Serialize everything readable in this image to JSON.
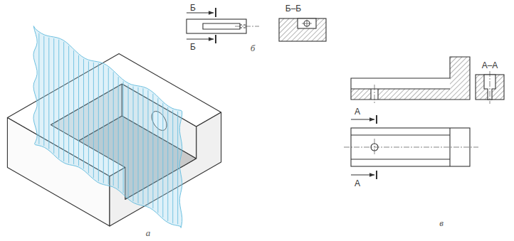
{
  "diagram": {
    "labels": [
      "Б",
      "Б",
      "Б–Б",
      "б",
      "А–А",
      "А",
      "А",
      "а",
      "в"
    ]
  }
}
